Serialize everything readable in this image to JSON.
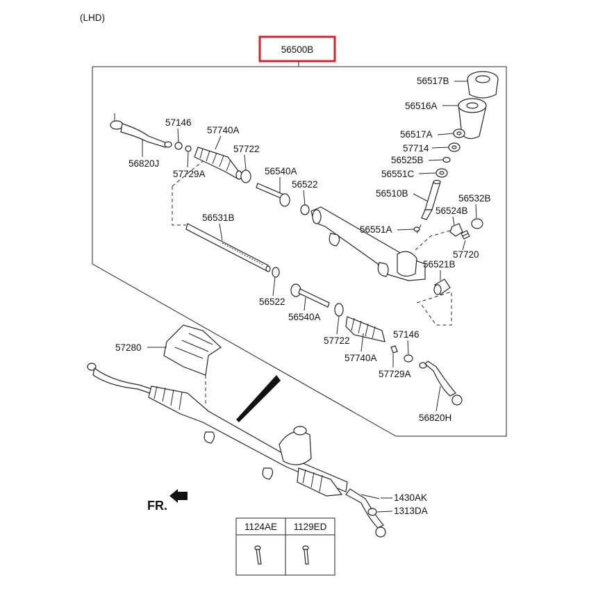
{
  "variant_label": "(LHD)",
  "assembly": {
    "part_no": "56500B",
    "highlight_color": "#d3222a"
  },
  "parts": {
    "p56517B": "56517B",
    "p56516A": "56516A",
    "p56517A": "56517A",
    "p57714": "57714",
    "p56525B": "56525B",
    "p56551C": "56551C",
    "p56510B": "56510B",
    "p56532B": "56532B",
    "p56524B": "56524B",
    "p56551A": "56551A",
    "p57720": "57720",
    "p56521B": "56521B",
    "p57146_top": "57146",
    "p57740A_top": "57740A",
    "p57722_top": "57722",
    "p56820J": "56820J",
    "p57729A_top": "57729A",
    "p56540A_top": "56540A",
    "p56522_top": "56522",
    "p56531B": "56531B",
    "p56522_bot": "56522",
    "p56540A_bot": "56540A",
    "p57722_bot": "57722",
    "p57740A_bot": "57740A",
    "p57146_bot": "57146",
    "p57729A_bot": "57729A",
    "p56820H": "56820H",
    "p57280": "57280",
    "p1430AK": "1430AK",
    "p1313DA": "1313DA"
  },
  "direction_label": "FR.",
  "bolt_table": {
    "headers": [
      "1124AE",
      "1129ED"
    ]
  }
}
